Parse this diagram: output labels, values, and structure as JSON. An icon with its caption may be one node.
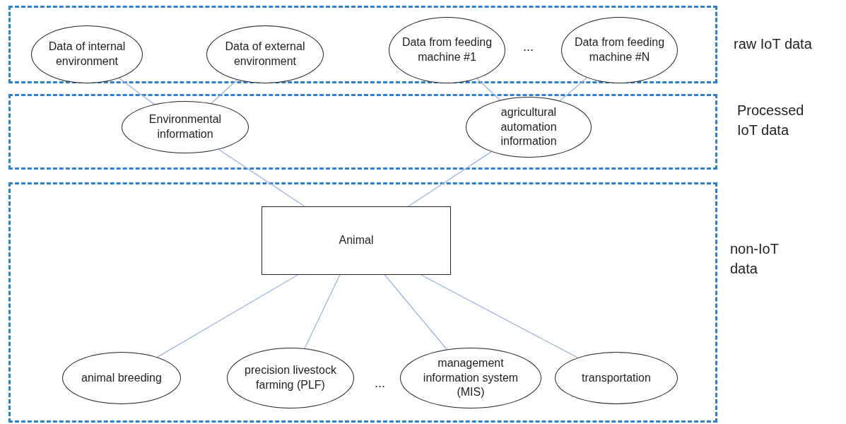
{
  "diagram": {
    "nodes": [
      {
        "text": [
          "raw IoT data"
        ]
      },
      {
        "text": [
          "Data of internal environment"
        ],
        "in": 0
      },
      {
        "text": [
          "Data of external environment"
        ],
        "in": 0
      },
      {
        "text": [
          "Data from feeding machine #1"
        ],
        "in": 0
      },
      {
        "text": [
          "Data from feeding machine #N"
        ],
        "in": 0
      },
      {
        "text": [
          "Processed IoT data"
        ]
      },
      {
        "text": [
          "Environmental information"
        ],
        "in": 5
      },
      {
        "text": [
          "agricultural automation information"
        ],
        "in": 5
      },
      {
        "text": [
          "non-IoT data"
        ]
      },
      {
        "text": [
          "Animal"
        ],
        "in": 8
      },
      {
        "text": [
          "animal breeding"
        ],
        "in": 8
      },
      {
        "text": [
          "precision livestock farming (PLF)"
        ],
        "in": 8
      },
      {
        "text": [
          "management information system (MIS)"
        ],
        "in": 8
      },
      {
        "text": [
          "transportation"
        ],
        "in": 8
      }
    ],
    "edges": [
      {
        "from": 1,
        "to": 6,
        "arrow": "none"
      },
      {
        "from": 2,
        "to": 6,
        "arrow": "none"
      },
      {
        "from": 3,
        "to": 7,
        "arrow": "none"
      },
      {
        "from": 4,
        "to": 7,
        "arrow": "none"
      },
      {
        "from": 6,
        "to": 9,
        "arrow": "none"
      },
      {
        "from": 7,
        "to": 9,
        "arrow": "none"
      },
      {
        "from": 9,
        "to": 10,
        "arrow": "none"
      },
      {
        "from": 9,
        "to": 11,
        "arrow": "none"
      },
      {
        "from": 9,
        "to": 12,
        "arrow": "none"
      },
      {
        "from": 9,
        "to": 13,
        "arrow": "none"
      }
    ],
    "labels": [
      "...",
      "..."
    ]
  }
}
